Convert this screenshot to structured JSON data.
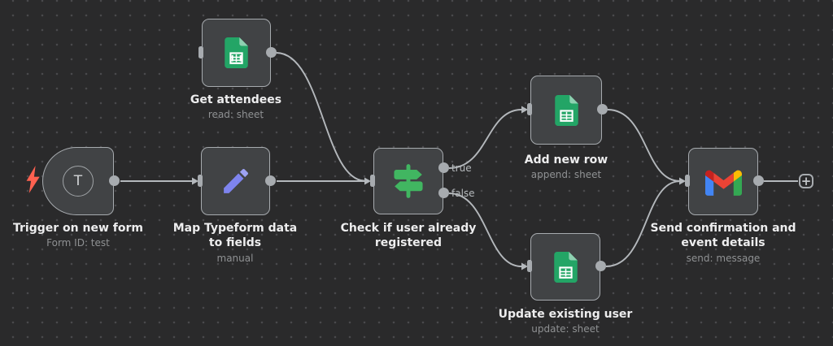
{
  "canvas": {
    "background_color": "#2a2a2b",
    "grid_dot_color": "#49494c",
    "connection_color": "#b4b8bc",
    "node_fill_color": "#414345",
    "node_border_color": "#a7abaf",
    "trigger_bolt_color": "#ff6150",
    "if_icon_color": "#41b661",
    "set_icon_color": "#7e84ee",
    "sheets_icon_color": "#23a566",
    "gmail_colors": [
      "#4285f4",
      "#34a853",
      "#fbbc04",
      "#ea4335",
      "#c5221f"
    ]
  },
  "nodes": [
    {
      "id": "trigger",
      "title": "Trigger on new form",
      "subtitle": "Form ID: test",
      "icon": "typeform-trigger",
      "icon_letter": "T"
    },
    {
      "id": "get_attendees",
      "title": "Get attendees",
      "subtitle": "read: sheet",
      "icon": "google-sheets"
    },
    {
      "id": "map_fields",
      "title": "Map Typeform data to fields",
      "subtitle": "manual",
      "icon": "pencil"
    },
    {
      "id": "check_user",
      "title": "Check if user already registered",
      "subtitle": "",
      "icon": "signpost"
    },
    {
      "id": "add_row",
      "title": "Add new row",
      "subtitle": "append: sheet",
      "icon": "google-sheets"
    },
    {
      "id": "update_user",
      "title": "Update existing user",
      "subtitle": "update: sheet",
      "icon": "google-sheets"
    },
    {
      "id": "send_email",
      "title": "Send confirmation and event details",
      "subtitle": "send: message",
      "icon": "gmail"
    }
  ],
  "output_labels": {
    "true_label": "true",
    "false_label": "false"
  },
  "plus_button": {
    "label": "+"
  }
}
